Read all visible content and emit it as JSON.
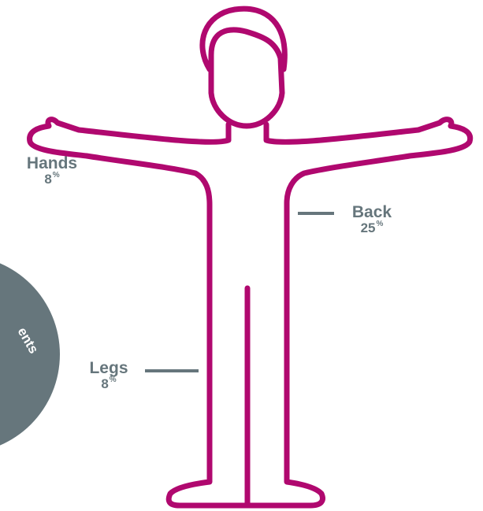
{
  "colors": {
    "body_outline": "#b0086f",
    "label_text": "#66767c",
    "leader_line": "#66767c",
    "badge_fill": "#66767c",
    "badge_text": "#ffffff"
  },
  "labels": {
    "hands": {
      "name": "Hands",
      "value": "8",
      "unit": "%"
    },
    "back": {
      "name": "Back",
      "value": "25",
      "unit": "%"
    },
    "legs": {
      "name": "Legs",
      "value": "8",
      "unit": "%"
    }
  },
  "badge": {
    "text_fragment": "ents"
  }
}
